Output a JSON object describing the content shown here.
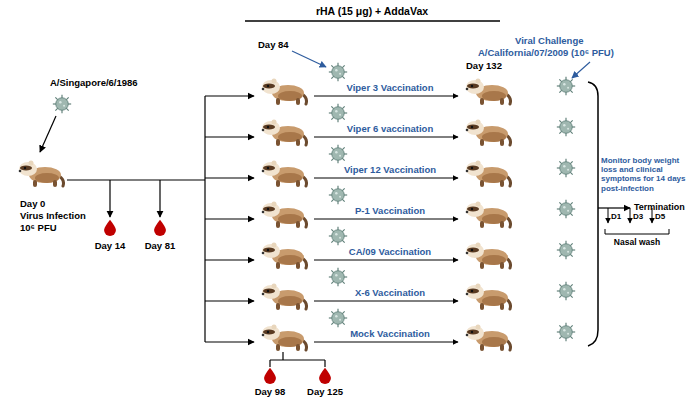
{
  "diagram": {
    "labels": [
      "rHA (15 μg) + AddaVax",
      "Day 84",
      "Viral Challenge",
      "A/California/07/2009 (10⁶ PFU)",
      "Day 132",
      "A/Singapore/6/1986",
      "Day 0",
      "Virus Infection",
      "10⁶ PFU",
      "Day 14",
      "Day 81",
      "Viper 3 Vaccination",
      "Viper 6 vaccination",
      "Viper 12 Vaccination",
      "P-1 Vaccination",
      "CA/09 Vaccination",
      "X-6 Vaccination",
      "Mock Vaccination",
      "Monitor body weight loss and clinical symptoms for 14 days post-infection",
      "Termination",
      "D1",
      "D3",
      "D5",
      "Nasal wash",
      "Day 98",
      "Day 125"
    ]
  }
}
